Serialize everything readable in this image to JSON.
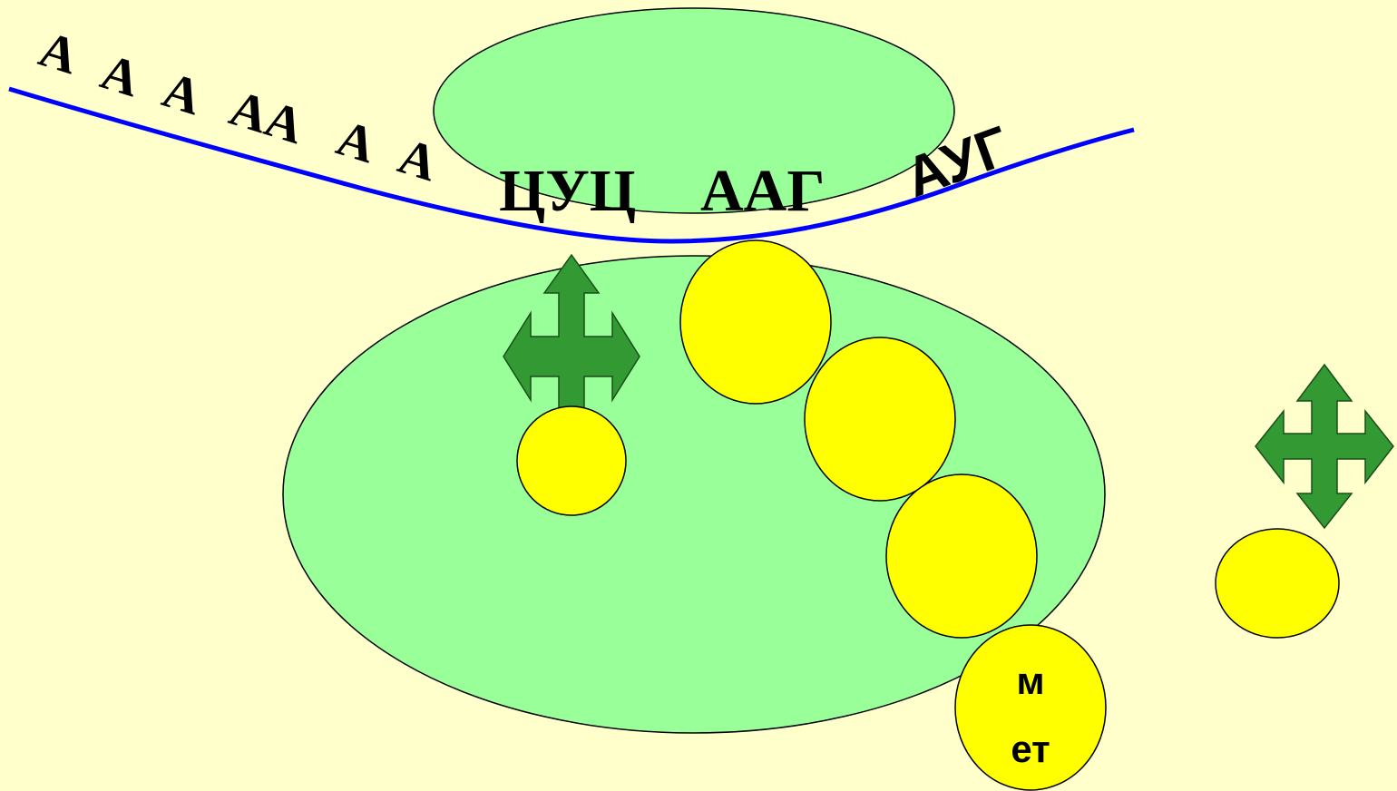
{
  "diagram": {
    "poly_a_tail": [
      "А",
      "А",
      "А",
      "АА",
      "А",
      "А"
    ],
    "codons": {
      "first": "ЦУЦ",
      "second": "ААГ",
      "start": "АУГ"
    },
    "amino_acid": {
      "line1": "м",
      "line2": "ет"
    },
    "colors": {
      "background": "#ffffcc",
      "ribosome_subunit": "#99ff99",
      "mrna_strand": "#0000ff",
      "amino_acid_ball": "#ffff00",
      "arrow": "#339933",
      "outline": "#000000"
    }
  }
}
